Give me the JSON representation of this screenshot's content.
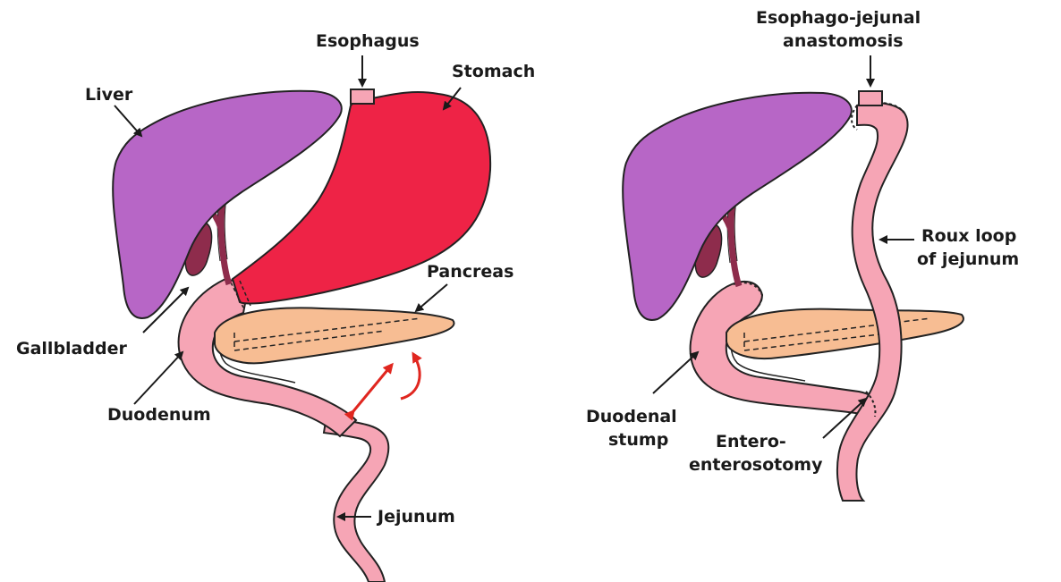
{
  "colors": {
    "liver": "#b766c6",
    "stomach": "#ee2346",
    "intestine": "#f6a5b5",
    "pancreas": "#f7bd93",
    "gallbladder": "#8e2c4c",
    "outline": "#222222",
    "arrow_red": "#e0261f"
  },
  "left_panel": {
    "labels": {
      "esophagus": "Esophagus",
      "stomach": "Stomach",
      "liver": "Liver",
      "pancreas": "Pancreas",
      "gallbladder": "Gallbladder",
      "duodenum": "Duodenum",
      "jejunum": "Jejunum"
    }
  },
  "right_panel": {
    "labels": {
      "anastomosis_line1": "Esophago-jejunal",
      "anastomosis_line2": "anastomosis",
      "roux_line1": "Roux loop",
      "roux_line2": "of jejunum",
      "stump_line1": "Duodenal",
      "stump_line2": "stump",
      "entero_line1": "Entero-",
      "entero_line2": "enterosotomy"
    }
  }
}
